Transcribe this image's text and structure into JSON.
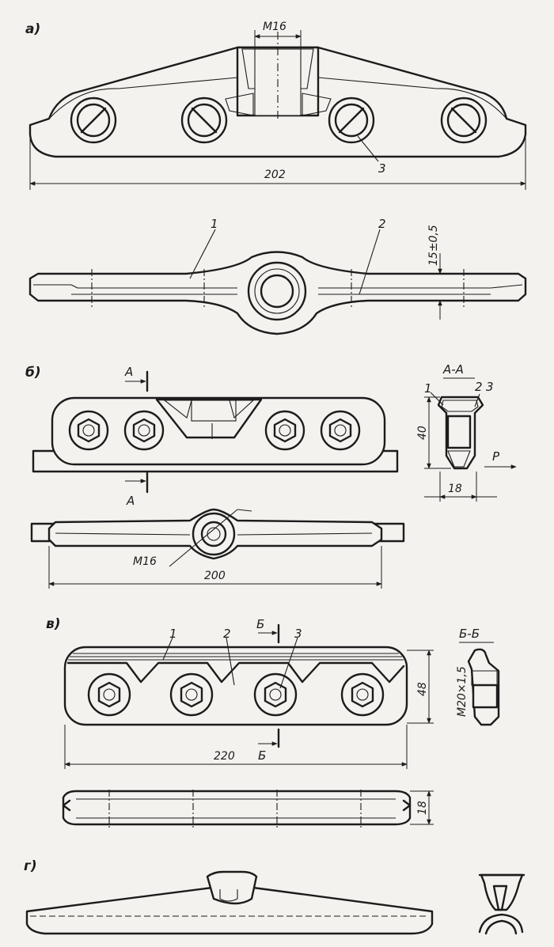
{
  "views": {
    "a": {
      "label": "а)",
      "thread": "М16",
      "length": "202",
      "callouts": [
        "1",
        "2",
        "3"
      ],
      "height": "15±0,5"
    },
    "b": {
      "label": "б)",
      "section_mark": "А",
      "section_title": "А-А",
      "callouts": [
        "1",
        "2",
        "3"
      ],
      "height": "40",
      "width": "18",
      "force": "Р",
      "thread": "М16",
      "length": "200"
    },
    "v": {
      "label": "в)",
      "section_mark": "Б",
      "section_title": "Б-Б",
      "callouts": [
        "1",
        "2",
        "3"
      ],
      "height": "48",
      "thread": "М20×1,5",
      "length": "220",
      "thickness": "18"
    },
    "g": {
      "label": "г)"
    }
  }
}
